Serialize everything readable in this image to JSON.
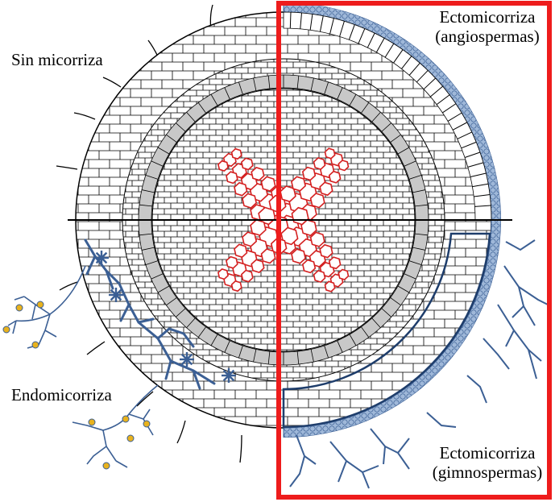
{
  "labels": {
    "sin_micorriza": "Sin micorriza",
    "endomicorriza": "Endomicorriza",
    "ecto_angio_line1": "Ectomicorriza",
    "ecto_angio_line2": "(angiospermas)",
    "ecto_gimno_line1": "Ectomicorriza",
    "ecto_gimno_line2": "(gimnospermas)"
  },
  "colors": {
    "outline": "#000000",
    "endodermis": "#c8c8c8",
    "vascular": "#d42020",
    "fungal_mantle": "#9fb8d9",
    "hyphae": "#3b5f94",
    "spores": "#e8b21e",
    "highlight_box": "#ee1c1c"
  }
}
